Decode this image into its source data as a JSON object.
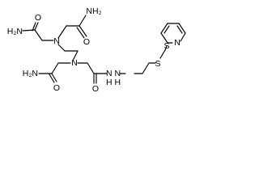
{
  "structure": {
    "atoms": {
      "amide_top": "NH₂",
      "amide_left": "H₂N",
      "amide_bottom": "H₂N",
      "oxygen_top": "O",
      "oxygen_left": "O",
      "oxygen_bottom_left": "O",
      "oxygen_bottom_right": "O",
      "nitrogen_upper": "N",
      "nitrogen_lower": "N",
      "hydrazine": "N N",
      "hydrazine_h": "H H",
      "sulfur_1": "S",
      "sulfur_2": "S",
      "pyridine_n": "N"
    }
  }
}
